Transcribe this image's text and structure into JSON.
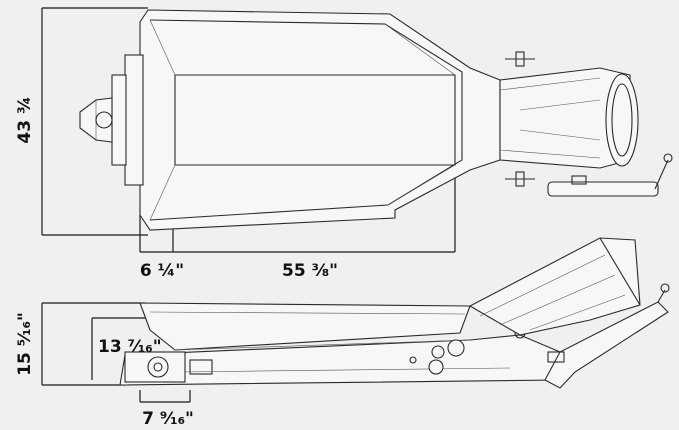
{
  "dimensions": {
    "top_height": "43 ¾",
    "top_depth_a": "6 ¼\"",
    "top_depth_b": "55 ⅜\"",
    "side_height": "15 ⁵⁄₁₆\"",
    "side_inner_height": "13 ⁷⁄₁₆\"",
    "side_base": "7 ⁹⁄₁₆\""
  }
}
